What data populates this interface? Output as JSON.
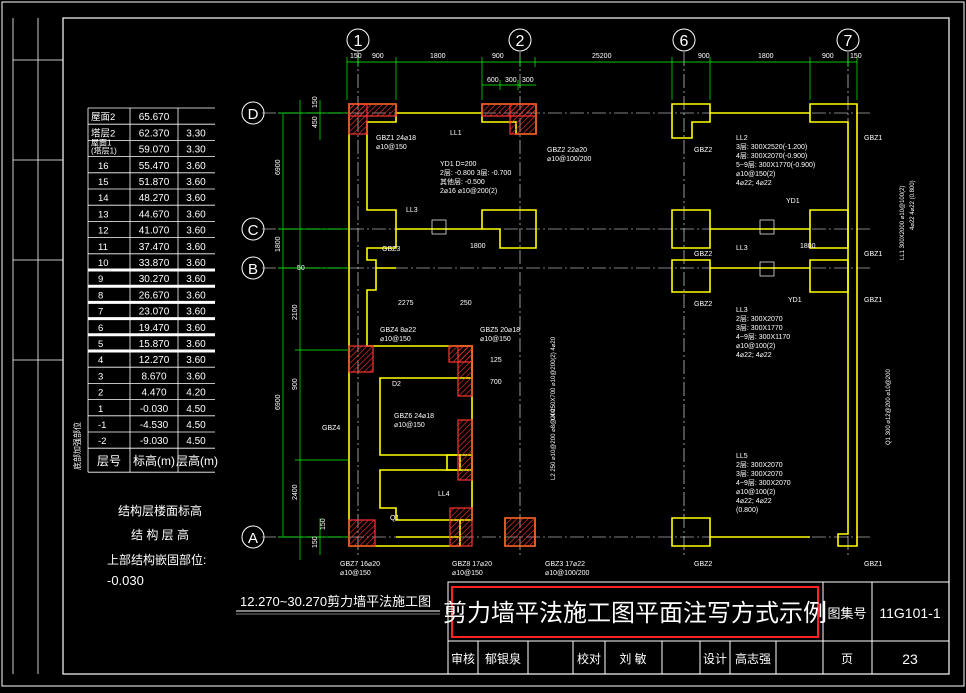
{
  "colors": {
    "bg": "#000000",
    "frame": "#ffffff",
    "wall": "#ffff00",
    "hatch": "#ff3333",
    "dim": "#00ff00",
    "axis": "#ffffff",
    "note": "#ffffff",
    "stamp": "#ff2222"
  },
  "axes": {
    "cols": [
      "1",
      "2",
      "6",
      "7"
    ],
    "rows": [
      "D",
      "C",
      "B",
      "A"
    ]
  },
  "top_dims": [
    "150",
    "900",
    "1800",
    "900",
    "25200",
    "900",
    "1800",
    "900",
    "150"
  ],
  "top_sub_dims": [
    "600",
    "300",
    "300"
  ],
  "left_dims": [
    "6900",
    "1800",
    "2100",
    "6900",
    "2400",
    "150",
    "450",
    "150",
    "900",
    "150",
    "50"
  ],
  "floor_table": {
    "rows": [
      {
        "floor": "屋面2",
        "elev": "65.670",
        "height": ""
      },
      {
        "floor": "塔层2",
        "elev": "62.370",
        "height": "3.30"
      },
      {
        "floor": "屋面1\n(塔层1)",
        "elev": "59.070",
        "height": "3.30"
      },
      {
        "floor": "16",
        "elev": "55.470",
        "height": "3.60"
      },
      {
        "floor": "15",
        "elev": "51.870",
        "height": "3.60"
      },
      {
        "floor": "14",
        "elev": "48.270",
        "height": "3.60"
      },
      {
        "floor": "13",
        "elev": "44.670",
        "height": "3.60"
      },
      {
        "floor": "12",
        "elev": "41.070",
        "height": "3.60"
      },
      {
        "floor": "11",
        "elev": "37.470",
        "height": "3.60"
      },
      {
        "floor": "10",
        "elev": "33.870",
        "height": "3.60"
      },
      {
        "floor": "9",
        "elev": "30.270",
        "height": "3.60"
      },
      {
        "floor": "8",
        "elev": "26.670",
        "height": "3.60"
      },
      {
        "floor": "7",
        "elev": "23.070",
        "height": "3.60"
      },
      {
        "floor": "6",
        "elev": "19.470",
        "height": "3.60"
      },
      {
        "floor": "5",
        "elev": "15.870",
        "height": "3.60"
      },
      {
        "floor": "4",
        "elev": "12.270",
        "height": "3.60"
      },
      {
        "floor": "3",
        "elev": "8.670",
        "height": "3.60"
      },
      {
        "floor": "2",
        "elev": "4.470",
        "height": "4.20"
      },
      {
        "floor": "1",
        "elev": "-0.030",
        "height": "4.50"
      },
      {
        "floor": "-1",
        "elev": "-4.530",
        "height": "4.50"
      },
      {
        "floor": "-2",
        "elev": "-9.030",
        "height": "4.50"
      }
    ],
    "header": {
      "floor": "层号",
      "elev": "标高(m)",
      "height": "层高(m)"
    },
    "side_label": "底部加强部位",
    "caption1": "结构层楼面标高",
    "caption2": "结 构 层 高",
    "caption3": "上部结构嵌固部位:",
    "caption4": "-0.030"
  },
  "labels": {
    "gbz1": "GBZ1  24⌀18",
    "gbz1_s": "⌀10@150",
    "gbz2": "GBZ2  22⌀20",
    "gbz2_s": "⌀10@100/200",
    "gbz3": "GBZ3",
    "gbz4": "GBZ4  8⌀22",
    "gbz4_s": "⌀10@150",
    "gbz5": "GBZ5  20⌀18",
    "gbz5_s": "⌀10@150",
    "gbz6": "GBZ6  24⌀18",
    "gbz6_s": "⌀10@150",
    "gbz7": "GBZ7  16⌀20",
    "gbz7_s": "⌀10@150",
    "gbz8": "GBZ8  17⌀20",
    "gbz8_s": "⌀10@150",
    "gbz3b": "GBZ3  17⌀22",
    "gbz3b_s": "⌀10@100/200",
    "gbz4side": "GBZ4",
    "yd1": "YD1  D=200",
    "yd1a": "2层: -0.800  3层: -0.700",
    "yd1b": "其他层: -0.500",
    "yd1c": "2⌀16  ⌀10@200(2)",
    "ll1": "LL1",
    "ll2": "LL2",
    "ll3": "LL3",
    "ll4": "LL4",
    "ll5": "LL5",
    "ll2a": "LL2",
    "ll2b": "3层: 300X2520(-1.200)",
    "ll2c": "4层: 300X2070(-0.900)",
    "ll2d": "5~9层: 300X1770(-0.900)",
    "ll2e": "⌀10@150(2)",
    "ll2f": "4⌀22; 4⌀22",
    "ll3a": "LL3",
    "ll3b": "2层: 300X2070",
    "ll3c": "3层: 300X1770",
    "ll3d": "4~9层: 300X1170",
    "ll3e": "⌀10@100(2)",
    "ll3f": "4⌀22; 4⌀22",
    "ll5a": "LL5",
    "ll5b": "2层: 300X2070",
    "ll5c": "3层: 300X2070",
    "ll5d": "4~9层: 300X2070",
    "ll5e": "⌀10@100(2)",
    "ll5f": "4⌀22; 4⌀22",
    "ll5g": "(0.800)",
    "gbz2r": "GBZ2",
    "gbz1r": "GBZ1",
    "yd1r": "YD1",
    "dim1800": "1800",
    "dim2275": "2275",
    "dim250": "250",
    "dim700": "700",
    "dim125": "125",
    "d2": "D2",
    "q1": "Q1",
    "ll1v": "LL1  300X2000  ⌀10@100(2)",
    "ll1v2": "4⌀22  4⌀22  (0.800)",
    "q1v": "Q1  300  ⌀12@200  ⌀10@200",
    "l4v": "L4  250X700  ⌀10@200(2)  4⌀20",
    "l2v": "L2  250  ⌀10@200  ⌀8@200"
  },
  "caption": "12.270~30.270剪力墙平法施工图",
  "title_block": {
    "title": "剪力墙平法施工图平面注写方式示例",
    "atlas_label": "图集号",
    "atlas_no": "11G101-1",
    "review": "审核",
    "reviewer": "郁银泉",
    "check": "校对",
    "checker": "刘  敏",
    "design": "设计",
    "designer": "高志强",
    "page_label": "页",
    "page_no": "23"
  }
}
